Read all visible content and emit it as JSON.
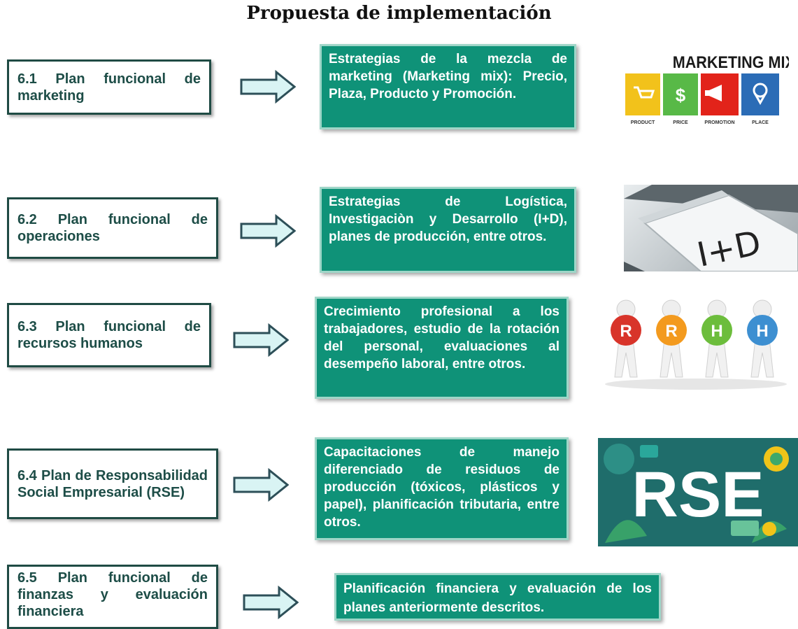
{
  "title": "Propuesta de implementación",
  "rows": [
    {
      "plan": "6.1 Plan funcional de marketing",
      "strategy": "Estrategias de la mezcla de marketing (Marketing mix): Precio, Plaza, Producto y Promoción.",
      "image": "marketing-mix-image"
    },
    {
      "plan": "6.2 Plan funcional de operaciones",
      "strategy": "Estrategias de Logística, Investigaciòn y Desarrollo (I+D), planes de producción, entre otros.",
      "image": "i-plus-d-keyboard-image"
    },
    {
      "plan": "6.3 Plan funcional de recursos humanos",
      "strategy": "Crecimiento profesional a los trabajadores, estudio de la rotación del personal, evaluaciones al desempeño laboral, entre otros.",
      "image": "rrhh-figures-image"
    },
    {
      "plan": "6.4 Plan de Responsabilidad Social Empresarial (RSE)",
      "strategy": "Capacitaciones de manejo diferenciado de residuos de producción (tóxicos, plásticos y papel), planificación tributaria, entre otros.",
      "image": "rse-image"
    },
    {
      "plan": "6.5 Plan funcional de finanzas y evaluación financiera",
      "strategy": "Planificación financiera y evaluación de los planes anteriormente descritos.",
      "image": ""
    }
  ],
  "images": {
    "marketing_mix": {
      "heading": "MARKETING MIX",
      "tiles": [
        {
          "glyph": "🛒",
          "label": "PRODUCT",
          "color": "#f2c21b"
        },
        {
          "glyph": "$",
          "label": "PRICE",
          "color": "#58b947"
        },
        {
          "glyph": "📢",
          "label": "PROMOTION",
          "color": "#e2231a"
        },
        {
          "glyph": "📍",
          "label": "PLACE",
          "color": "#2b6cb6"
        }
      ]
    },
    "i_plus_d": {
      "key_label": "I+D"
    },
    "rrhh": {
      "letters": [
        {
          "text": "R",
          "color": "#d8342a"
        },
        {
          "text": "R",
          "color": "#f39a1e"
        },
        {
          "text": "H",
          "color": "#6cbd3c"
        },
        {
          "text": "H",
          "color": "#3d8fd1"
        }
      ]
    },
    "rse": {
      "text": "RSE",
      "background": "#1f6d6b"
    }
  }
}
